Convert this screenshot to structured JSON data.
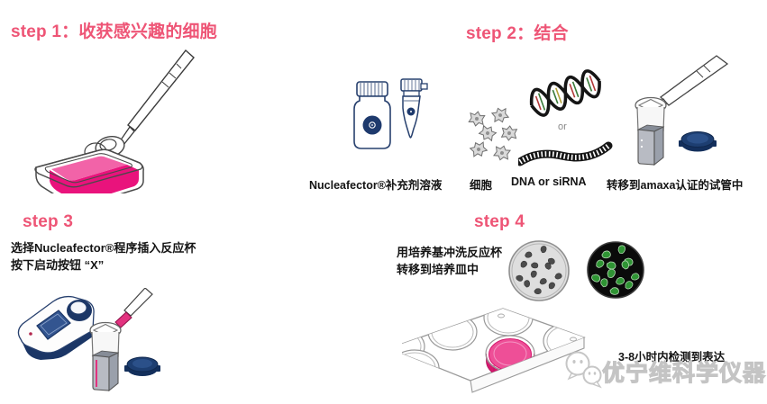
{
  "steps": {
    "step1": {
      "title": "step 1：收获感兴趣的细胞"
    },
    "step2": {
      "title": "step 2：结合",
      "or_label": "or",
      "items": [
        {
          "icon": "supplement-vials",
          "label": "Nucleafector®补充剂溶液"
        },
        {
          "icon": "cells",
          "label": "细胞"
        },
        {
          "icon": "dna-sirna",
          "label": "DNA or siRNA"
        },
        {
          "icon": "cuvette-pipette",
          "label": "转移到amaxa认证的试管中"
        }
      ]
    },
    "step3": {
      "title": "step 3",
      "lines": [
        "选择Nucleafector®程序插入反应杯",
        "按下启动按钮 “X”"
      ]
    },
    "step4": {
      "title": "step 4",
      "lines": [
        "用培养基冲洗反应杯",
        "转移到培养皿中"
      ],
      "result_text": "3-8小时内检测到表达"
    }
  },
  "watermark": {
    "text": "优宁维科学仪器"
  },
  "colors": {
    "accent_pink": "#ee5576",
    "medium_pink": "#e9137c",
    "navy": "#1d3a6b"
  }
}
